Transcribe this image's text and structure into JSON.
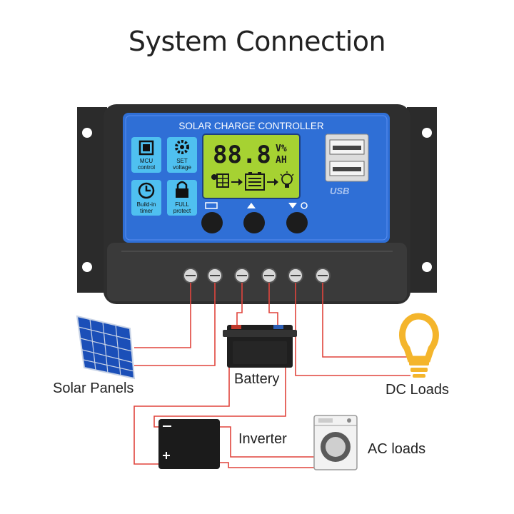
{
  "title": "System Connection",
  "controller": {
    "header": "SOLAR CHARGE CONTROLLER",
    "lcd_digits": "88.8",
    "lcd_unit_top": "V%",
    "lcd_unit_bottom": "AH",
    "usb_label": "USB",
    "features": [
      {
        "icon": "chip-icon",
        "line1": "MCU",
        "line2": "control"
      },
      {
        "icon": "gear-icon",
        "line1": "SET",
        "line2": "voltage"
      },
      {
        "icon": "clock-icon",
        "line1": "Build-in",
        "line2": "timer"
      },
      {
        "icon": "lock-icon",
        "line1": "FULL",
        "line2": "protect"
      }
    ]
  },
  "labels": {
    "solar": "Solar Panels",
    "battery": "Battery",
    "dc_loads": "DC Loads",
    "inverter": "Inverter",
    "ac_loads": "AC loads"
  },
  "colors": {
    "panel_blue": "#2f6fd6",
    "case_dark": "#2a2a2a",
    "lcd_green": "#a6d232",
    "wire_red": "#e0443c"
  }
}
